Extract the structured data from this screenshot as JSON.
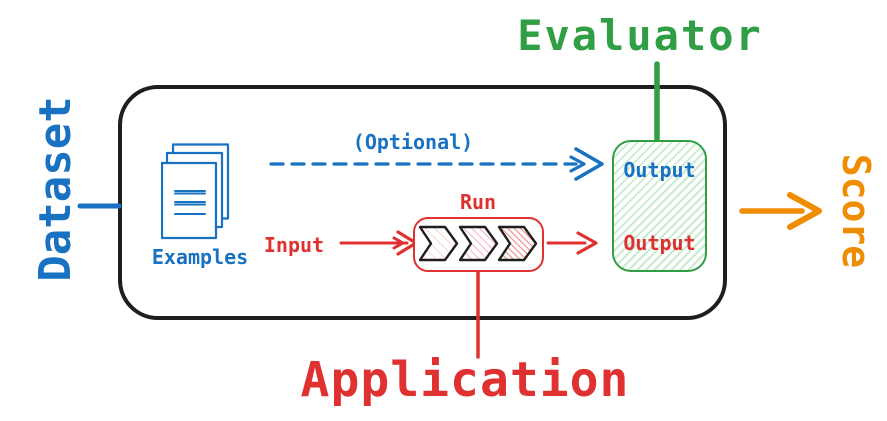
{
  "diagram": {
    "dataset_label": "Dataset",
    "evaluator_label": "Evaluator",
    "score_label": "Score",
    "application_label": "Application",
    "examples_label": "Examples",
    "optional_label": "(Optional)",
    "input_label": "Input",
    "run_label": "Run",
    "evaluator_box": {
      "optional_output_label": "Output",
      "run_output_label": "Output"
    }
  },
  "palette": {
    "blue": "#1971c2",
    "red": "#e03131",
    "green": "#2f9e44",
    "orange": "#f08c00",
    "ink": "#1e1e1e",
    "green_hatch": "#c9ecce",
    "red_hatch_light": "#ffd1d1",
    "red_hatch_pink": "#f8b6ca",
    "red_hatch_dark": "#f28b82"
  },
  "icons": {
    "examples_documents_icon": "stack-of-documents",
    "run_chevrons_icon": "three-step-pipeline-chevrons",
    "optional_dashed_arrow": "dashed-arrow-right",
    "input_arrow": "arrow-right",
    "run_output_arrow": "arrow-right",
    "score_arrow": "arrow-right"
  }
}
